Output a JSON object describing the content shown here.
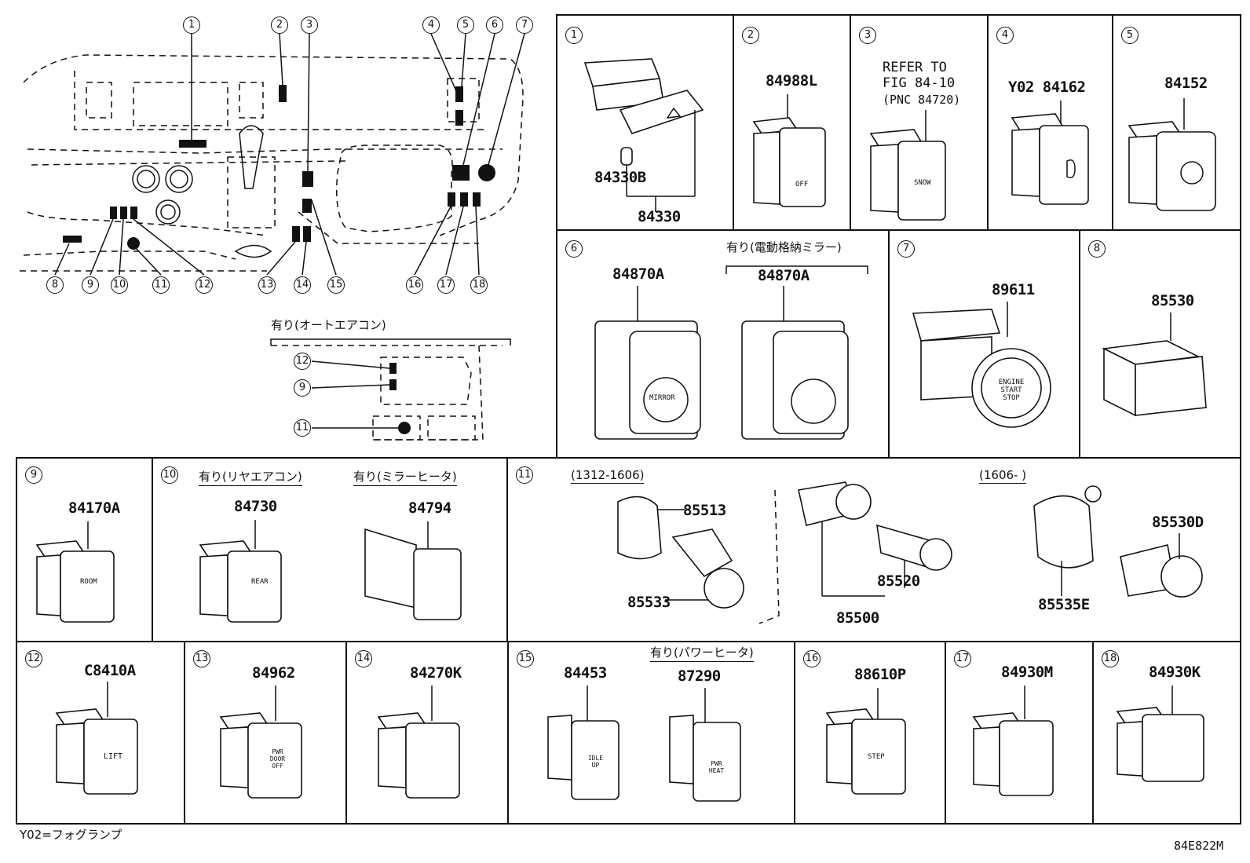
{
  "overview": {
    "callouts": [
      "1",
      "2",
      "3",
      "4",
      "5",
      "6",
      "7",
      "8",
      "9",
      "10",
      "11",
      "12",
      "13",
      "14",
      "15",
      "16",
      "17",
      "18"
    ],
    "inset_label": "有り(オートエアコン)",
    "inset_callouts": [
      "12",
      "9",
      "11"
    ]
  },
  "cells": {
    "c1": {
      "num": "1",
      "parts": [
        "84330B",
        "84330"
      ]
    },
    "c2": {
      "num": "2",
      "parts": [
        "84988L"
      ],
      "icon_text": "OFF"
    },
    "c3": {
      "num": "3",
      "refer": [
        "REFER TO",
        "FIG 84-10",
        "(PNC 84720)"
      ],
      "icon_text": "SNOW"
    },
    "c4": {
      "num": "4",
      "parts": [
        "Y02 84162"
      ]
    },
    "c5": {
      "num": "5",
      "parts": [
        "84152"
      ]
    },
    "c6": {
      "num": "6",
      "parts": [
        "84870A",
        "84870A"
      ],
      "condition": "有り(電動格納ミラー)",
      "icon_text": "MIRROR"
    },
    "c7": {
      "num": "7",
      "parts": [
        "89611"
      ],
      "icon_text": "ENGINE START STOP"
    },
    "c8": {
      "num": "8",
      "parts": [
        "85530"
      ]
    },
    "c9": {
      "num": "9",
      "parts": [
        "84170A"
      ],
      "icon_text": "ROOM"
    },
    "c10": {
      "num": "10",
      "parts": [
        "84730",
        "84794"
      ],
      "conditions": [
        "有り(リヤエアコン)",
        "有り(ミラーヒータ)"
      ],
      "icon_text": "REAR"
    },
    "c11": {
      "num": "11",
      "date_ranges": [
        "(1312-1606)",
        "(1606-        )"
      ],
      "parts": [
        "85513",
        "85533",
        "85520",
        "85500",
        "85530D",
        "85535E"
      ]
    },
    "c12": {
      "num": "12",
      "parts": [
        "C8410A"
      ],
      "icon_text": "LIFT"
    },
    "c13": {
      "num": "13",
      "parts": [
        "84962"
      ],
      "icon_text": "PWR DOOR OFF"
    },
    "c14": {
      "num": "14",
      "parts": [
        "84270K"
      ]
    },
    "c15": {
      "num": "15",
      "parts": [
        "84453",
        "87290"
      ],
      "condition": "有り(パワーヒータ)",
      "icon_text": "IDLE UP",
      "icon_text2": "PWR HEAT"
    },
    "c16": {
      "num": "16",
      "parts": [
        "88610P"
      ],
      "icon_text": "STEP"
    },
    "c17": {
      "num": "17",
      "parts": [
        "84930M"
      ]
    },
    "c18": {
      "num": "18",
      "parts": [
        "84930K"
      ]
    }
  },
  "footer": {
    "legend": "Y02=フォグランプ",
    "figure_code": "84E822M"
  }
}
